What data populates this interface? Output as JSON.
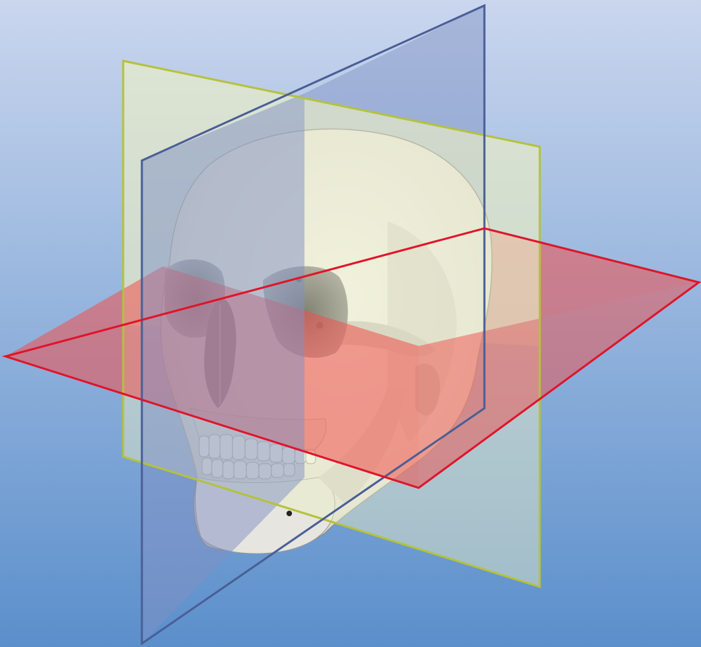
{
  "figure": {
    "subject": "skull",
    "planes": [
      {
        "id": "sagittal",
        "stroke": "#4a5e96",
        "fill": "#7f90c4"
      },
      {
        "id": "coronal",
        "stroke": "#b5c23a",
        "fill": "#eef0c6"
      },
      {
        "id": "transverse",
        "stroke": "#e0142a",
        "fill": "#f0504c"
      }
    ]
  },
  "colors": {
    "background_top": "#cad6ee",
    "background_bottom": "#5b8fcb",
    "bone": "#ecebe6",
    "bone_shadow": "#9a9aa0"
  }
}
